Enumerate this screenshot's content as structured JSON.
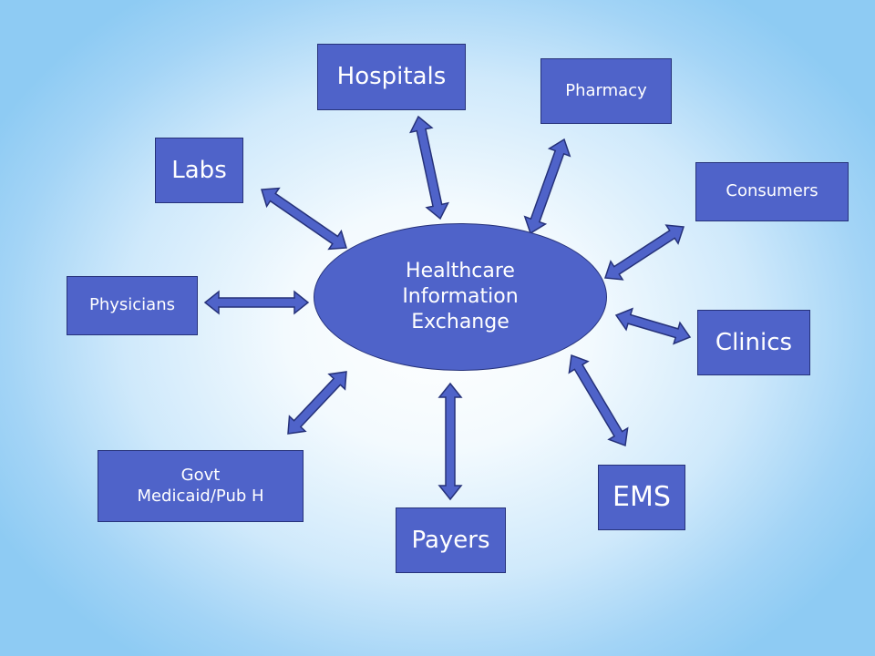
{
  "hub": {
    "lines": [
      "Healthcare",
      "Information",
      "Exchange"
    ]
  },
  "nodes": {
    "hospitals": "Hospitals",
    "pharmacy": "Pharmacy",
    "labs": "Labs",
    "consumers": "Consumers",
    "physicians": "Physicians",
    "clinics": "Clinics",
    "govt_line1": "Govt",
    "govt_line2": "Medicaid/Pub H",
    "ems": "EMS",
    "payers": "Payers"
  },
  "colors": {
    "box_fill": "#4f63c9",
    "box_border": "#26327a",
    "text": "#ffffff"
  }
}
